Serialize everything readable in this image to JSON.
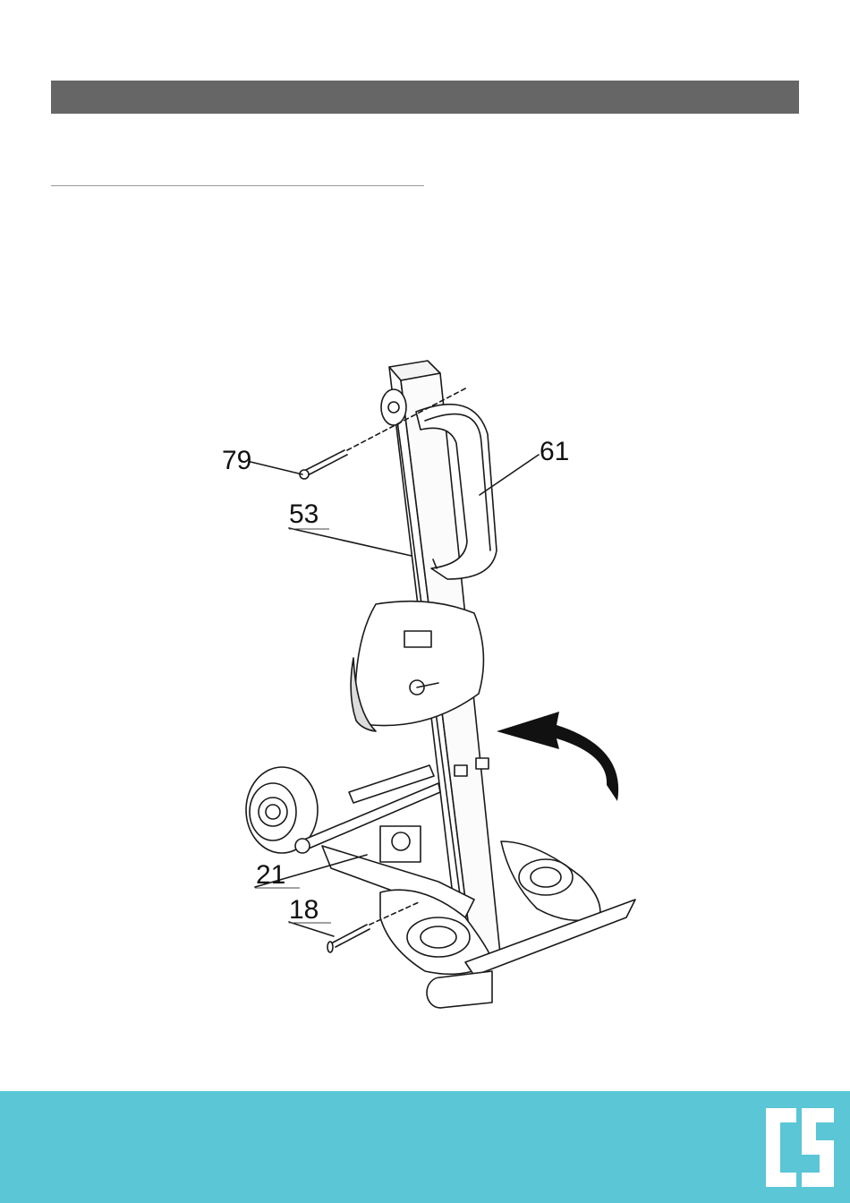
{
  "colors": {
    "header_bar": "#666666",
    "footer": "#5bc6d6",
    "logo": "#ffffff"
  },
  "figure": {
    "part_labels": {
      "p79": "79",
      "p61": "61",
      "p53": "53",
      "p21": "21",
      "p18": "18"
    }
  },
  "footer": {
    "logo_text": "CS",
    "logo_icon": "cs-brand-logo"
  }
}
